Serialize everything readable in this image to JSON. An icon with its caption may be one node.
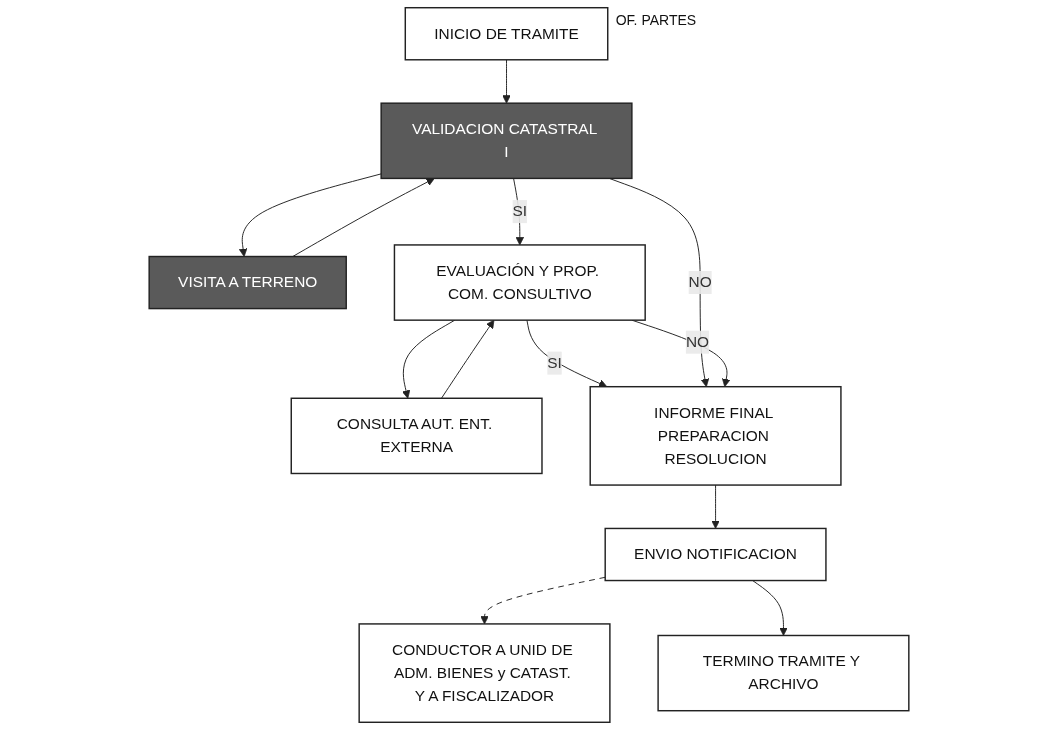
{
  "diagram": {
    "nodes": [
      {
        "text": [
          "INICIO DE TRAMITE"
        ],
        "beside": [
          "OF. PARTES"
        ]
      },
      {
        "text": [
          "VALIDACION CATASTRAL I"
        ]
      },
      {
        "text": [
          "VISITA A TERRENO"
        ]
      },
      {
        "text": [
          "EVALUACIÓN Y PROP. COM. CONSULTIVO"
        ]
      },
      {
        "text": [
          "CONSULTA AUT. ENT. EXTERNA"
        ]
      },
      {
        "text": [
          "INFORME FINAL PREPARACION RESOLUCION"
        ]
      },
      {
        "text": [
          "ENVIO NOTIFICACION"
        ]
      },
      {
        "text": [
          "CONDUCTOR A UNID DE ADM. BIENES y CATAST. Y A FISCALIZADOR"
        ]
      },
      {
        "text": [
          "TERMINO TRAMITE Y ARCHIVO"
        ]
      }
    ],
    "edges": [
      {
        "from": 0,
        "to": 1,
        "arrow": "to"
      },
      {
        "from": 2,
        "to": 1,
        "arrow": "to"
      },
      {
        "from": 1,
        "to": 2,
        "arrow": "to"
      },
      {
        "from": 1,
        "to": 3,
        "arrow": "to",
        "label": "SI"
      },
      {
        "from": 4,
        "to": 3,
        "arrow": "to"
      },
      {
        "from": 3,
        "to": 4,
        "arrow": "to"
      },
      {
        "from": 3,
        "to": 5,
        "arrow": "to",
        "label": "SI"
      },
      {
        "from": 1,
        "to": 5,
        "arrow": "to",
        "label": "NO"
      },
      {
        "from": 3,
        "to": 5,
        "arrow": "to",
        "label": "NO"
      },
      {
        "from": 5,
        "to": 6,
        "arrow": "to"
      },
      {
        "from": 6,
        "to": 7,
        "arrow": "to",
        "style": "dashed"
      },
      {
        "from": 6,
        "to": 8,
        "arrow": "to"
      }
    ]
  }
}
